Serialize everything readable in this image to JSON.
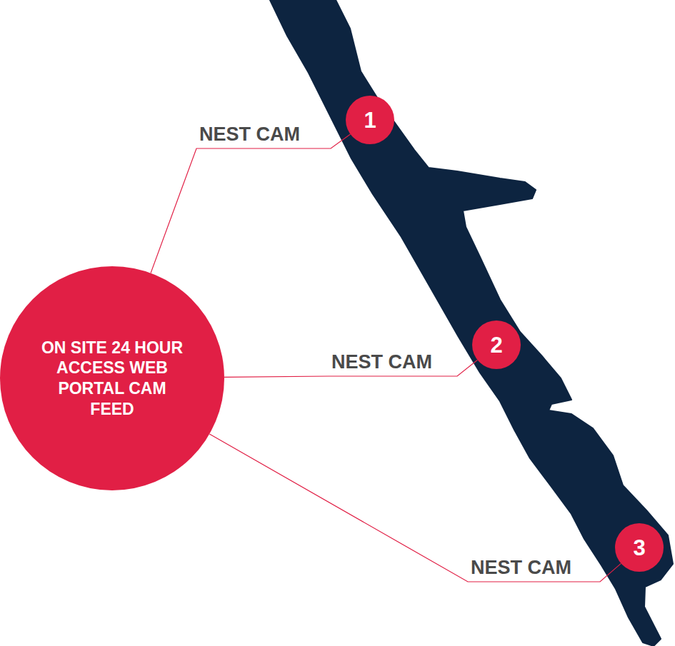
{
  "diagram": {
    "nodes": [
      {
        "text": [
          "ON SITE 24 HOUR ACCESS WEB PORTAL CAM FEED"
        ]
      },
      {
        "text": [
          "1"
        ]
      },
      {
        "text": [
          "2"
        ]
      },
      {
        "text": [
          "3"
        ]
      }
    ],
    "edges": [
      {
        "from": 0,
        "to": 1,
        "arrow": "none",
        "label": "NEST CAM"
      },
      {
        "from": 0,
        "to": 2,
        "arrow": "none",
        "label": "NEST CAM"
      },
      {
        "from": 0,
        "to": 3,
        "arrow": "none",
        "label": "NEST CAM"
      }
    ]
  }
}
